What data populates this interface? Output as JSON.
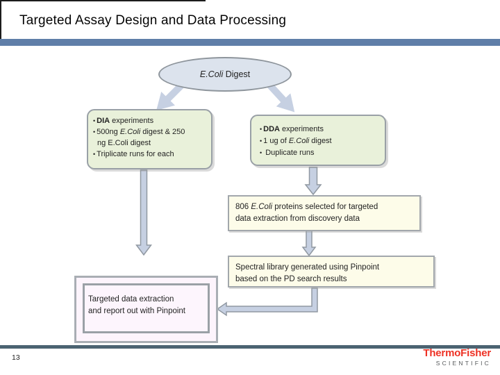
{
  "slide": {
    "title": "Targeted Assay Design and Data Processing",
    "page_number": "13"
  },
  "flowchart": {
    "source_ellipse": {
      "name_italic": "E.Coli",
      "name_rest": " Digest"
    },
    "dia_box": {
      "bullet": "•",
      "line1_bold": "DIA",
      "line1_rest": " experiments",
      "line2_pre": "500ng ",
      "line2_italic": "E.Coli",
      "line2_rest": " digest & 250",
      "line3": "ng E.Coli digest",
      "line4": "Triplicate runs for each"
    },
    "dda_box": {
      "bullet": "•",
      "line1_bold": "DDA",
      "line1_rest": " experiments",
      "line2_pre": "1 ug of ",
      "line2_italic": "E.Coli",
      "line2_rest": " digest",
      "line3": " Duplicate runs"
    },
    "proteins_box": {
      "pre": "806 ",
      "italic": "E.Coli",
      "line1_rest": "  proteins selected  for targeted",
      "line2": "data extraction from discovery data"
    },
    "spectral_box": {
      "line1": "Spectral library generated using Pinpoint",
      "line2": "based on the PD search results"
    },
    "targeted_box": {
      "line1": "Targeted data extraction",
      "line2": "and report out with Pinpoint"
    }
  },
  "footer": {
    "logo": {
      "part1": "Thermo",
      "part2": "Fisher",
      "subtitle": "SCIENTIFIC"
    }
  },
  "colors": {
    "accent_bar_top": "#5f7ea8",
    "accent_bar_bottom": "#4b6372",
    "ellipse_fill": "#dce3ed",
    "green_box_fill": "#e9f1da",
    "yellow_box_fill": "#fdfce9",
    "pink_box_fill": "#fdf4fc",
    "arrow_fill": "#c6d0e2",
    "arrow_outline": "#9098a1",
    "logo_red": "#ee3124"
  }
}
